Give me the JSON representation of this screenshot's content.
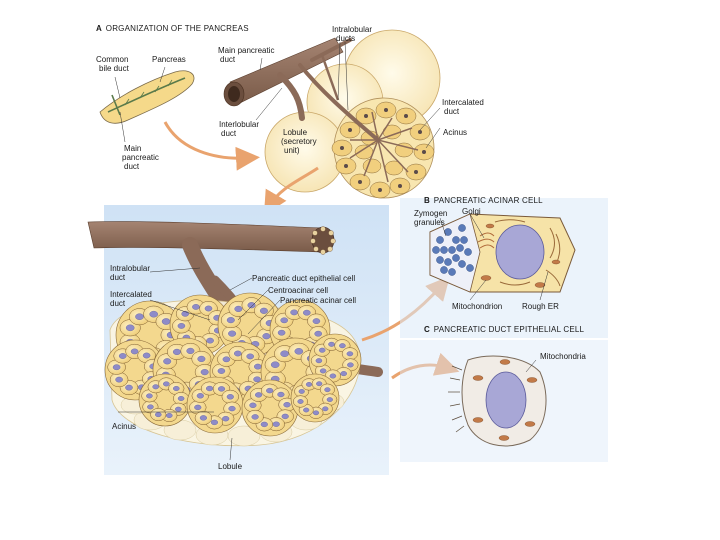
{
  "panel_a": {
    "letter": "A",
    "title": "ORGANIZATION OF THE PANCREAS",
    "labels": {
      "common_bile_duct_1": "Common",
      "common_bile_duct_2": "bile duct",
      "pancreas": "Pancreas",
      "main_duct_1": "Main pancreatic",
      "main_duct_2": "duct",
      "intralobular_1": "Intralobular",
      "intralobular_2": "ducts",
      "intercalated_1": "Intercalated",
      "intercalated_2": "duct",
      "interlobular_1": "Interlobular",
      "interlobular_2": "duct",
      "lobule_1": "Lobule",
      "lobule_2": "(secretory",
      "lobule_3": "unit)",
      "acinus": "Acinus",
      "main_small_1": "Main",
      "main_small_2": "pancreatic",
      "main_small_3": "duct"
    }
  },
  "panel_main": {
    "labels": {
      "intralobular_1": "Intralobular",
      "intralobular_2": "duct",
      "intercalated_1": "Intercalated",
      "intercalated_2": "duct",
      "epithelial_cell": "Pancreatic duct epithelial cell",
      "centroacinar_cell": "Centroacinar cell",
      "acinar_cell": "Pancreatic acinar cell",
      "acinus": "Acinus",
      "lobule": "Lobule"
    }
  },
  "panel_b": {
    "letter": "B",
    "title": "PANCREATIC ACINAR CELL",
    "labels": {
      "zymogen_1": "Zymogen",
      "zymogen_2": "granules",
      "golgi": "Golgi",
      "mitochondrion": "Mitochondrion",
      "rough_er": "Rough ER"
    }
  },
  "panel_c": {
    "letter": "C",
    "title": "PANCREATIC DUCT EPITHELIAL CELL",
    "labels": {
      "mitochondria": "Mitochondria"
    }
  },
  "colors": {
    "duct": "#8b6a58",
    "duct_dark": "#6b4e3e",
    "lobule": "#fbedc7",
    "acinar": "#f6d98e",
    "nucleus": "#a8a7d6",
    "panel_bg": "#d8e8f7",
    "arrow": "#e9a36e"
  }
}
